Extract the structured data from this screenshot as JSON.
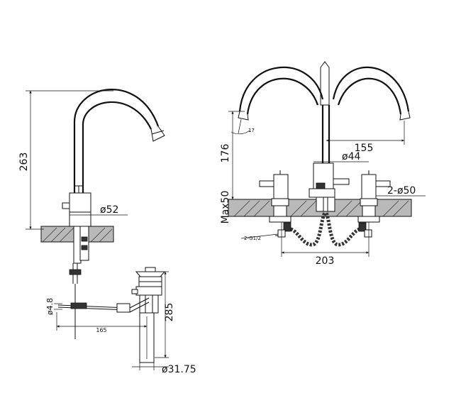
{
  "left_view": {
    "dims": {
      "spout_height": "263",
      "body_diameter": "ø52",
      "rod_diameter": "ø4.8",
      "rod_length": "165",
      "drain_height": "285",
      "drain_diameter": "ø31.75"
    }
  },
  "right_view": {
    "dims": {
      "spout_reach": "155",
      "spout_body_diameter": "ø44",
      "handle_diameter": "2-ø50",
      "spout_height": "176",
      "deck_max": "Max50",
      "centers": "203",
      "connection": "2-G1/2",
      "angle": "17"
    }
  }
}
